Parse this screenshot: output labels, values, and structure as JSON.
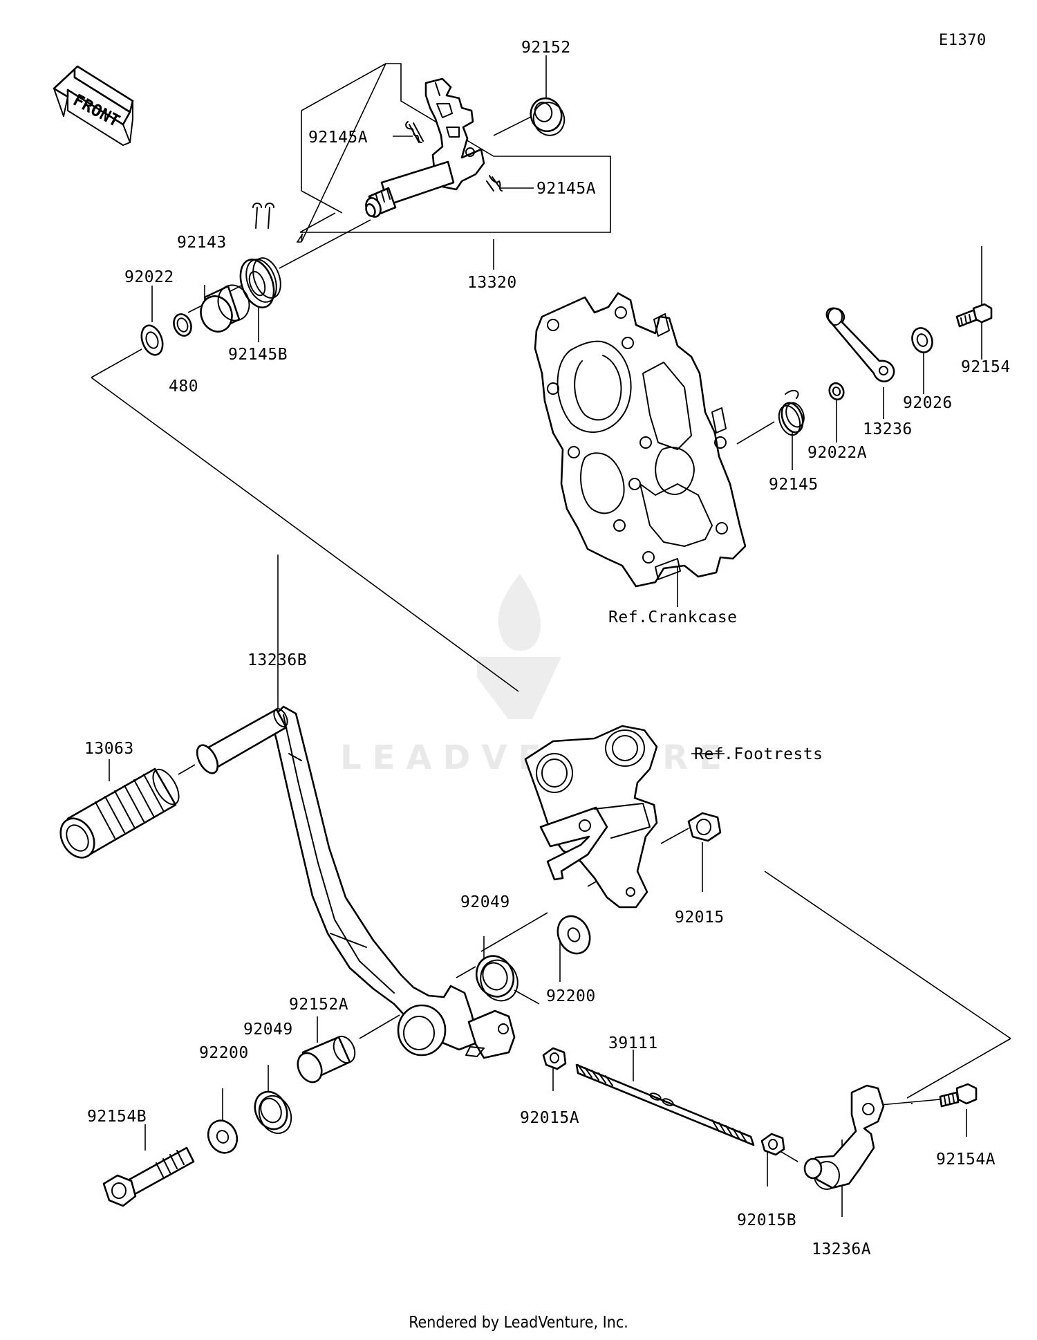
{
  "diagram": {
    "id": "E1370",
    "front_label": "FRONT",
    "footer": "Rendered by LeadVenture, Inc.",
    "watermark": "LEADVENTURE",
    "references": {
      "crankcase": "Ref.Crankcase",
      "footrests": "Ref.Footrests"
    },
    "part_labels": [
      "92152",
      "92145A",
      "92145A",
      "13320",
      "92143",
      "92022",
      "480",
      "92145B",
      "92154",
      "92026",
      "13236",
      "92022A",
      "92145",
      "13236B",
      "13063",
      "92049",
      "92015",
      "92200",
      "92152A",
      "92049",
      "92200",
      "92154B",
      "39111",
      "92015A",
      "92015B",
      "13236A",
      "92154A"
    ]
  }
}
